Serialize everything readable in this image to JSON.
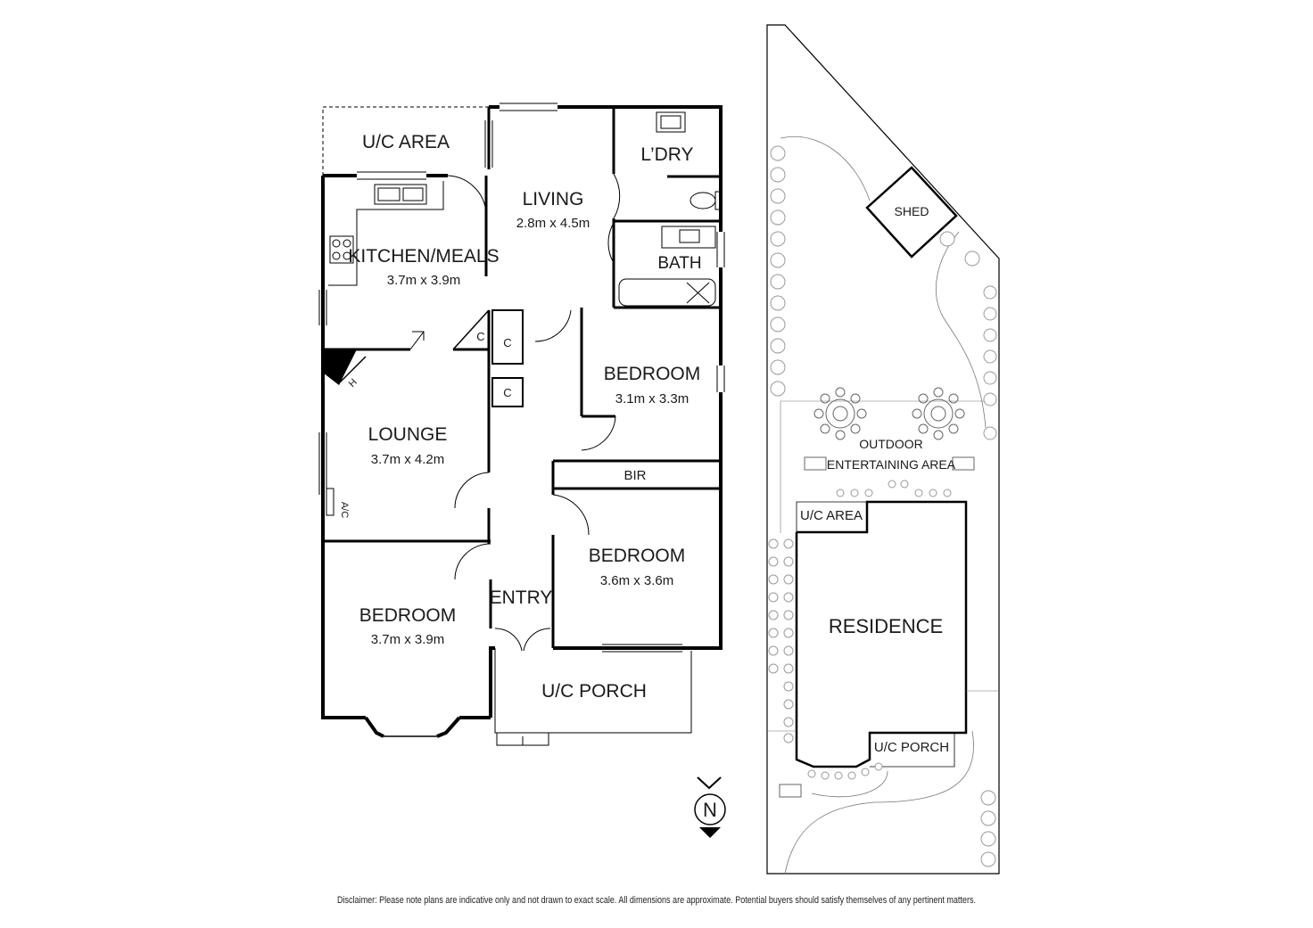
{
  "rooms": {
    "uc_area_top": "U/C AREA",
    "living": {
      "name": "LIVING",
      "size": "2.8m x 4.5m"
    },
    "laundry": "L’DRY",
    "kitchen": {
      "name": "KITCHEN/MEALS",
      "size": "3.7m x 3.9m"
    },
    "bath": "BATH",
    "bedroom_rear": {
      "name": "BEDROOM",
      "size": "3.1m x 3.3m"
    },
    "lounge": {
      "name": "LOUNGE",
      "size": "3.7m x 4.2m"
    },
    "bir": "BIR",
    "bedroom_mid": {
      "name": "BEDROOM",
      "size": "3.6m x 3.6m"
    },
    "entry": "ENTRY",
    "bedroom_front": {
      "name": "BEDROOM",
      "size": "3.7m x 3.9m"
    },
    "porch": "U/C PORCH",
    "cupboard": "C",
    "heater": "H",
    "aircon": "A/C"
  },
  "site": {
    "shed": "SHED",
    "outdoor_line1": "OUTDOOR",
    "outdoor_line2": "ENTERTAINING AREA",
    "uc_area": "U/C AREA",
    "residence": "RESIDENCE",
    "uc_porch": "U/C PORCH"
  },
  "compass": {
    "letter": "N",
    "icon": "north-arrow-icon"
  },
  "disclaimer": "Disclaimer: Please note plans are indicative only and not drawn to exact scale. All dimensions are approximate. Potential buyers should satisfy themselves of any pertinent matters."
}
